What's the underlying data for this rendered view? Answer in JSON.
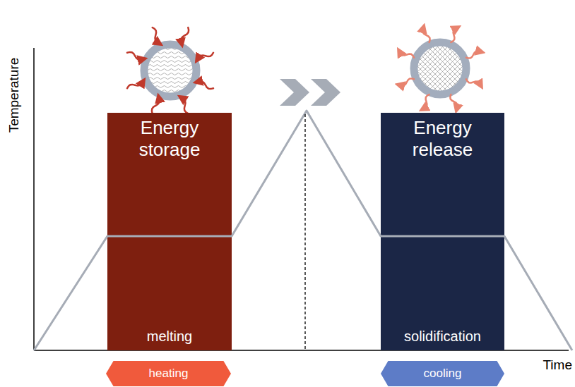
{
  "diagram": {
    "nodes": [
      {
        "text": [
          "Energy storage",
          "melting"
        ]
      },
      {
        "text": [
          "Energy release",
          "solidification"
        ]
      },
      {
        "text": [
          "heating"
        ]
      },
      {
        "text": [
          "cooling"
        ]
      }
    ],
    "labels": [
      "Temperature",
      "Time"
    ]
  }
}
